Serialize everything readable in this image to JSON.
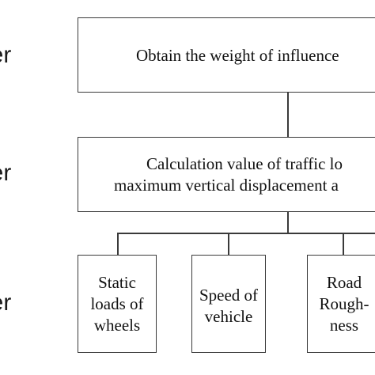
{
  "layers": {
    "top_label": "ayer",
    "middle_label": "ayer",
    "bottom_label": "ayer"
  },
  "nodes": {
    "goal": "Obtain the weight of influence",
    "criterion_line1": "Calculation value of traffic lo",
    "criterion_line2": "maximum vertical displacement a",
    "factors": [
      [
        "Static",
        "loads of",
        "wheels"
      ],
      [
        "Speed of",
        "vehicle"
      ],
      [
        "Road",
        "Rough-",
        "ness"
      ]
    ]
  },
  "colors": {
    "border": "#3a3a3a",
    "text": "#111111",
    "background": "#ffffff"
  }
}
